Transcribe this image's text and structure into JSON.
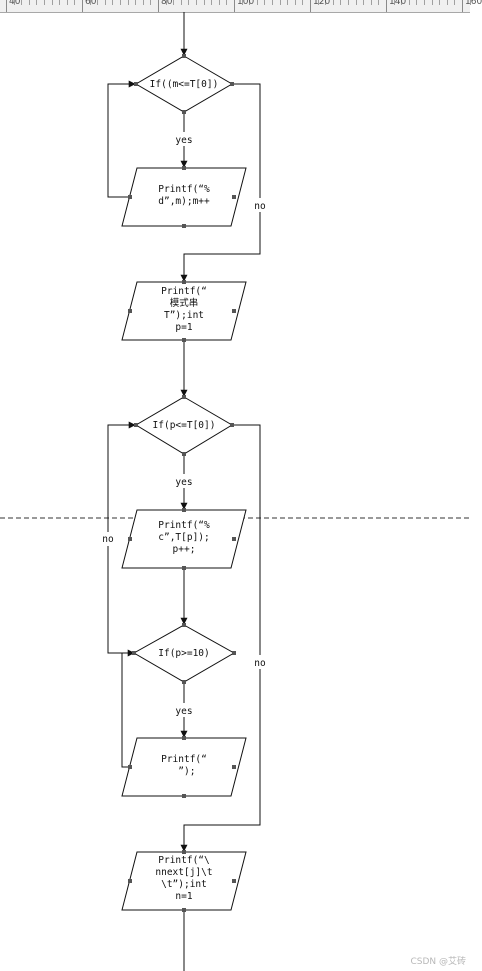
{
  "ruler": {
    "labels": [
      "40",
      "60",
      "80",
      "100",
      "120",
      "140",
      "160"
    ]
  },
  "nodes": {
    "cond1": [
      "If((m<=T[0])"
    ],
    "io1": [
      "Printf(“%",
      "d”,m);m++"
    ],
    "io2": [
      "Printf(“",
      "模式串",
      "T”);int",
      "p=1"
    ],
    "cond2": [
      "If(p<=T[0])"
    ],
    "io3": [
      "Printf(“%",
      "c”,T[p]);",
      "p++;"
    ],
    "cond3": [
      "If(p>=10)"
    ],
    "io4": [
      "Printf(“",
      " ”);"
    ],
    "io5": [
      "Printf(“\\",
      "nnext[j]\\t",
      "\\t”);int",
      "n=1"
    ]
  },
  "edges": {
    "yes1": "yes",
    "no1": "no",
    "yes2": "yes",
    "no2": "no",
    "yes3": "yes",
    "no3": "no"
  },
  "watermark": "CSDN @艾砖"
}
